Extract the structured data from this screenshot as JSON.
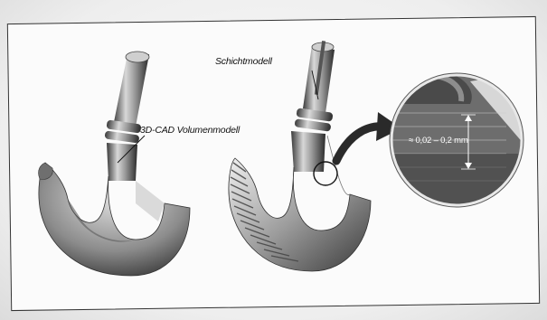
{
  "labels": {
    "solid_model": "3D-CAD Volumenmodell",
    "layer_model": "Schichtmodell",
    "layer_thickness": "≈ 0,02 – 0,2 mm"
  },
  "colors": {
    "frame": "#333333",
    "metal_dark": "#2e2e2e",
    "metal_mid": "#8a8a8a",
    "metal_light": "#e6e6e6",
    "arrow": "#2a2a2a"
  },
  "icons": [
    "crane-hook-solid",
    "crane-hook-layered",
    "curved-arrow",
    "magnifier-circle"
  ]
}
